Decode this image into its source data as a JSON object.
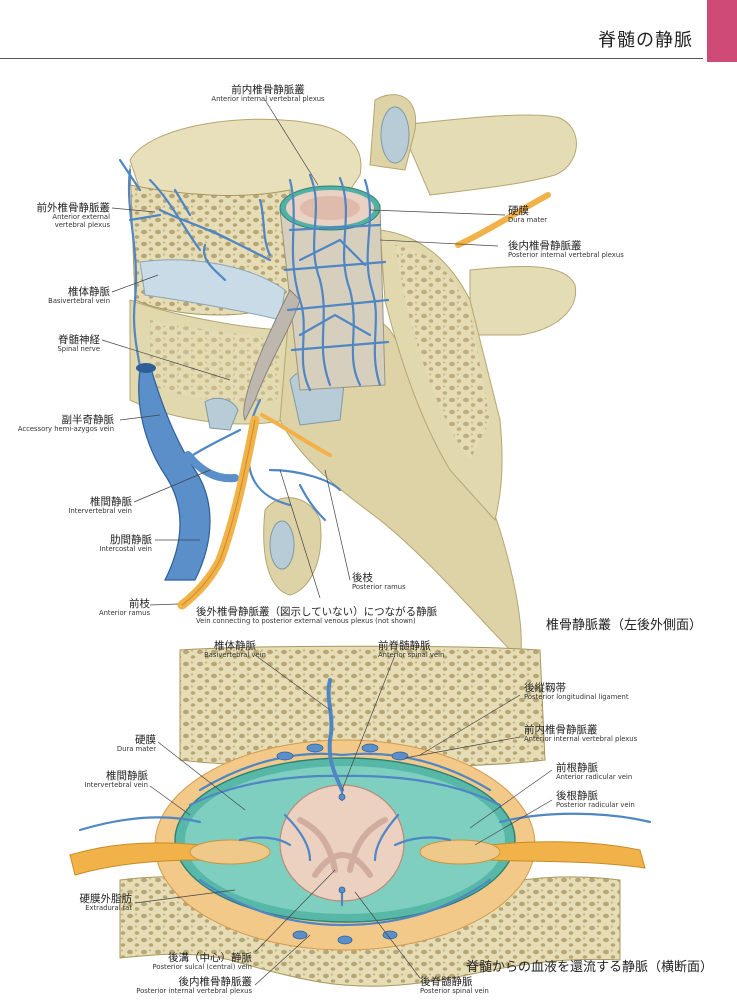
{
  "header": {
    "title": "脊髄の静脈"
  },
  "captions": {
    "upper": "椎骨静脈叢（左後外側面）",
    "lower": "脊髄からの血液を還流する静脈（横断面）"
  },
  "upper_labels": {
    "anterior_internal": {
      "jp": "前内椎骨静脈叢",
      "en": "Anterior internal vertebral plexus"
    },
    "anterior_external": {
      "jp": "前外椎骨静脈叢",
      "en": "Anterior external",
      "en2": "vertebral plexus"
    },
    "basivertebral": {
      "jp": "椎体静脈",
      "en": "Basivertebral vein"
    },
    "spinal_nerve": {
      "jp": "脊髄神経",
      "en": "Spinal nerve"
    },
    "accessory_hemiazygos": {
      "jp": "副半奇静脈",
      "en": "Accessory hemi-azygos vein"
    },
    "intervertebral": {
      "jp": "椎間静脈",
      "en": "Intervertebral vein"
    },
    "intercostal": {
      "jp": "肋間静脈",
      "en": "Intercostal vein"
    },
    "anterior_ramus": {
      "jp": "前枝",
      "en": "Anterior ramus"
    },
    "vein_connecting": {
      "jp": "後外椎骨静脈叢（図示していない）につながる静脈",
      "en": "Vein connecting to posterior external venous plexus (not shown)"
    },
    "posterior_ramus": {
      "jp": "後枝",
      "en": "Posterior ramus"
    },
    "dura_mater": {
      "jp": "硬膜",
      "en": "Dura mater"
    },
    "posterior_internal": {
      "jp": "後内椎骨静脈叢",
      "en": "Posterior internal vertebral plexus"
    }
  },
  "lower_labels": {
    "basivertebral": {
      "jp": "椎体静脈",
      "en": "Basivertebral vein"
    },
    "anterior_spinal": {
      "jp": "前脊髄静脈",
      "en": "Anterior spinal vein"
    },
    "posterior_longitudinal": {
      "jp": "後縦靱帯",
      "en": "Posterior longitudinal ligament"
    },
    "anterior_internal": {
      "jp": "前内椎骨静脈叢",
      "en": "Anterior internal vertebral plexus"
    },
    "dura_mater": {
      "jp": "硬膜",
      "en": "Dura mater"
    },
    "intervertebral": {
      "jp": "椎間静脈",
      "en": "Intervertebral vein"
    },
    "anterior_radicular": {
      "jp": "前根静脈",
      "en": "Anterior radicular vein"
    },
    "posterior_radicular": {
      "jp": "後根静脈",
      "en": "Posterior radicular vein"
    },
    "extradural_fat": {
      "jp": "硬膜外脂肪",
      "en": "Extradural fat"
    },
    "posterior_sulcal": {
      "jp": "後溝（中心）静脈",
      "en": "Posterior sulcal (central) vein"
    },
    "posterior_internal": {
      "jp": "後内椎骨静脈叢",
      "en": "Posterior internal vertebral plexus"
    },
    "posterior_spinal": {
      "jp": "後脊髄静脈",
      "en": "Posterior spinal vein"
    }
  },
  "colors": {
    "bone": "#e4dcb4",
    "bone_dark": "#c9bd8a",
    "vein": "#5b8fc9",
    "vein_dark": "#3d6fa8",
    "nerve": "#f2b24a",
    "dura": "#4fb3a8",
    "cord": "#e9cbb8",
    "fat": "#f3c98a",
    "accent": "#d04a78"
  }
}
